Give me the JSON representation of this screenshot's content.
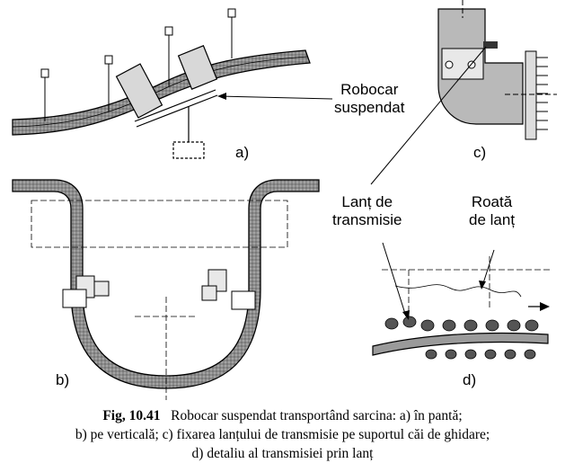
{
  "labels": {
    "robocar_line1": "Robocar",
    "robocar_line2": "suspendat",
    "lant_line1": "Lanț de",
    "lant_line2": "transmisie",
    "roata_line1": "Roată",
    "roata_line2": "de lanț"
  },
  "panels": {
    "a": "a)",
    "b": "b)",
    "c": "c)",
    "d": "d)"
  },
  "caption": {
    "fig_no": "Fig, 10.41",
    "line1": "Robocar suspendat transportând sarcina:    a) în pantă;",
    "line2": "b) pe verticală;    c) fixarea lanțului de transmisie pe suportul căi de ghidare;",
    "line3": "d) detaliu al transmisiei prin lanț"
  },
  "colors": {
    "rail_fill": "#9a9a9a",
    "plate_fill": "#b9b9b9",
    "ink": "#000000"
  }
}
